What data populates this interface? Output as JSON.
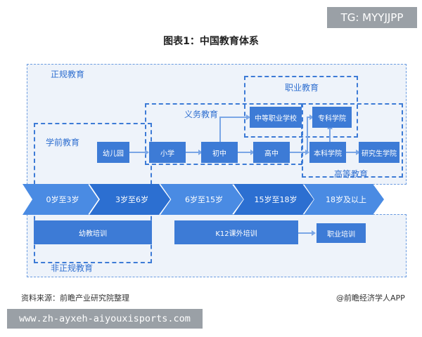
{
  "badge": "TG: MYYJJPP",
  "title": "图表1：中国教育体系",
  "zones": {
    "formal": "正规教育",
    "nonformal": "非正规教育",
    "vocational": "职业教育",
    "compulsory": "义务教育",
    "preschool": "学前教育",
    "higher": "高等教育"
  },
  "boxes": {
    "kindergarten": "幼儿园",
    "primary": "小学",
    "junior": "初中",
    "senior": "高中",
    "secondary_vocational": "中等职业学校",
    "junior_college": "专科学院",
    "undergraduate": "本科学院",
    "graduate": "研究生学院"
  },
  "age_stages": [
    "0岁至3岁",
    "3岁至6岁",
    "6岁至15岁",
    "15岁至18岁",
    "18岁及以上"
  ],
  "training": {
    "early": "幼教培训",
    "k12": "K12课外培训",
    "vocational": "职业培训"
  },
  "footer": {
    "source": "资料来源：前瞻产业研究院整理",
    "brand": "@前瞻经济学人APP"
  },
  "url": "www.zh-ayxeh-aiyouxisports.com",
  "colors": {
    "box": "#3d7bd6",
    "label": "#2f6fd0",
    "zone_bg": "#eef3fa"
  }
}
